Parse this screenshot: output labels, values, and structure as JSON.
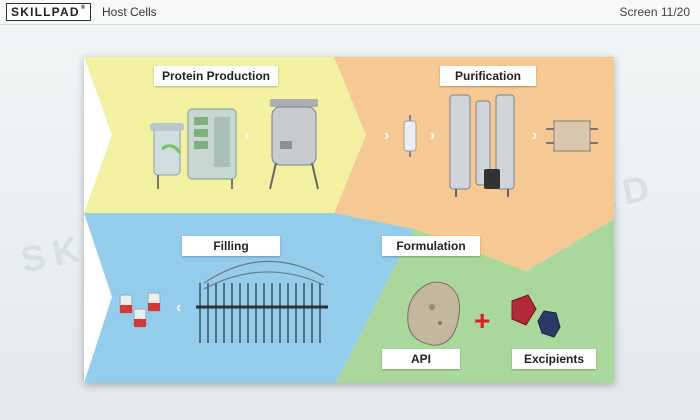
{
  "header": {
    "logo_text": "SKILLPAD",
    "logo_tm": "®",
    "title": "Host Cells",
    "screen_counter": "Screen 11/20"
  },
  "stages": {
    "protein_production": "Protein Production",
    "purification": "Purification",
    "filling": "Filling",
    "formulation": "Formulation",
    "api": "API",
    "excipients": "Excipients"
  },
  "symbols": {
    "plus": "+"
  },
  "colors": {
    "yellow": "#f3f0a2",
    "orange": "#f6c894",
    "blue": "#8fcbea",
    "green": "#a8d69a"
  }
}
